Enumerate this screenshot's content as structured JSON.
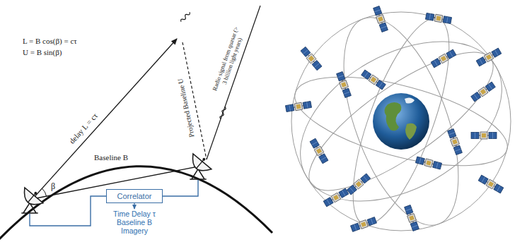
{
  "diagram": {
    "nodes": [
      {
        "text": [
          "Correlator"
        ]
      }
    ],
    "labels": [
      "L = B cos(β) = cτ",
      "U = B sin(β)",
      "delay L = cτ",
      "β",
      "Baseline B",
      "Projected Baseline U",
      "Radio signal from quasar (> 3 billion light years)",
      "Time Delay τ Baseline B Imagery"
    ]
  }
}
